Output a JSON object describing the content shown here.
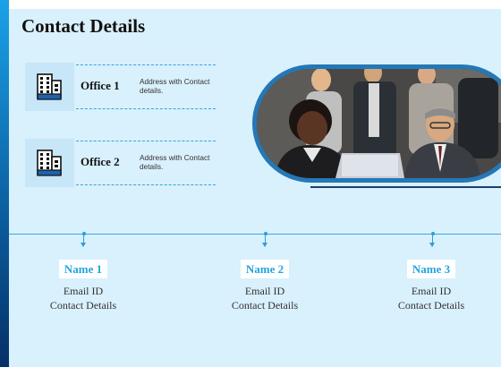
{
  "slide": {
    "title": "Contact Details",
    "offices": [
      {
        "name": "Office 1",
        "address": "Address with Contact details.",
        "icon": "office-building-icon"
      },
      {
        "name": "Office 2",
        "address": "Address with Contact details.",
        "icon": "office-building-icon"
      }
    ],
    "photo": {
      "description": "business-team-photo"
    },
    "contacts": [
      {
        "name": "Name 1",
        "email": "Email ID",
        "details": "Contact Details"
      },
      {
        "name": "Name 2",
        "email": "Email ID",
        "details": "Contact Details"
      },
      {
        "name": "Name 3",
        "email": "Email ID",
        "details": "Contact Details"
      }
    ],
    "colors": {
      "background": "#d9f0fd",
      "accent": "#22a5e0",
      "frame": "#2478b6",
      "leftbar": "#0b5a9a"
    }
  }
}
